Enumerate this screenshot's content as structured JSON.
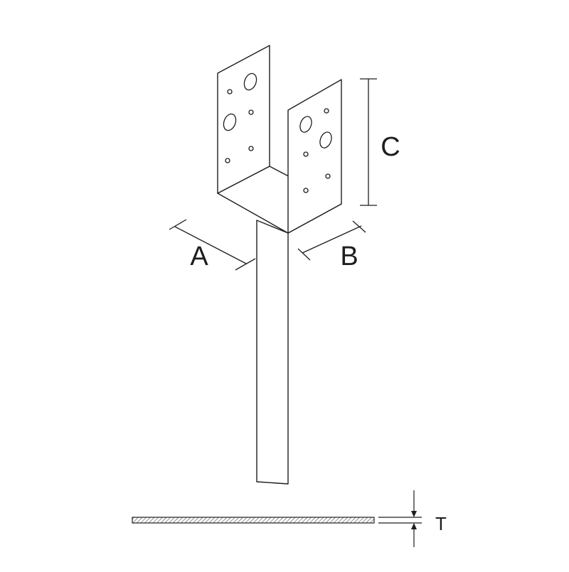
{
  "diagram": {
    "subject": "post-base-u-bracket",
    "labels": {
      "a": "A",
      "b": "B",
      "c": "C",
      "t": "T"
    },
    "colors": {
      "line": "#1e1e1e",
      "fill": "#ffffff",
      "hatch": "#4a4a4a"
    }
  }
}
